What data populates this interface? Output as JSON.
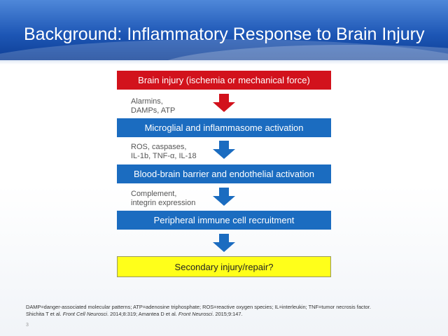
{
  "slide": {
    "title": "Background: Inflammatory Response to Brain Injury",
    "page_number": "3"
  },
  "flowchart": {
    "nodes": [
      {
        "label": "Brain injury (ischemia or mechanical force)",
        "color": "#d2121c"
      },
      {
        "label": "Microglial and inflammasome activation",
        "color": "#1b6cc0"
      },
      {
        "label": "Blood-brain barrier and endothelial activation",
        "color": "#1b6cc0"
      },
      {
        "label": "Peripheral immune cell recruitment",
        "color": "#1b6cc0"
      },
      {
        "label": "Secondary injury/repair?",
        "color": "#ffff1a"
      }
    ],
    "edge_labels": [
      {
        "line1": "Alarmins,",
        "line2": "DAMPs, ATP"
      },
      {
        "line1": "ROS, caspases,",
        "line2": "IL-1b, TNF-α, IL-18"
      },
      {
        "line1": "Complement,",
        "line2": "integrin expression"
      }
    ],
    "arrow_colors": [
      "#d2121c",
      "#1b6cc0",
      "#1b6cc0",
      "#1b6cc0"
    ]
  },
  "footnote": {
    "abbreviations": "DAMP=danger-associated molecular patterns; ATP=adenosine triphosphate; ROS=reactive oxygen species; IL=interleukin; TNF=tumor necrosis factor.",
    "ref1_authors": "Shichita T et al. ",
    "ref1_journal": "Front Cell Neurosci",
    "ref1_details": ". 2014;8:319; ",
    "ref2_authors": "Amantea D et al. ",
    "ref2_journal": "Front Neurosci",
    "ref2_details": ". 2015;9:147."
  }
}
